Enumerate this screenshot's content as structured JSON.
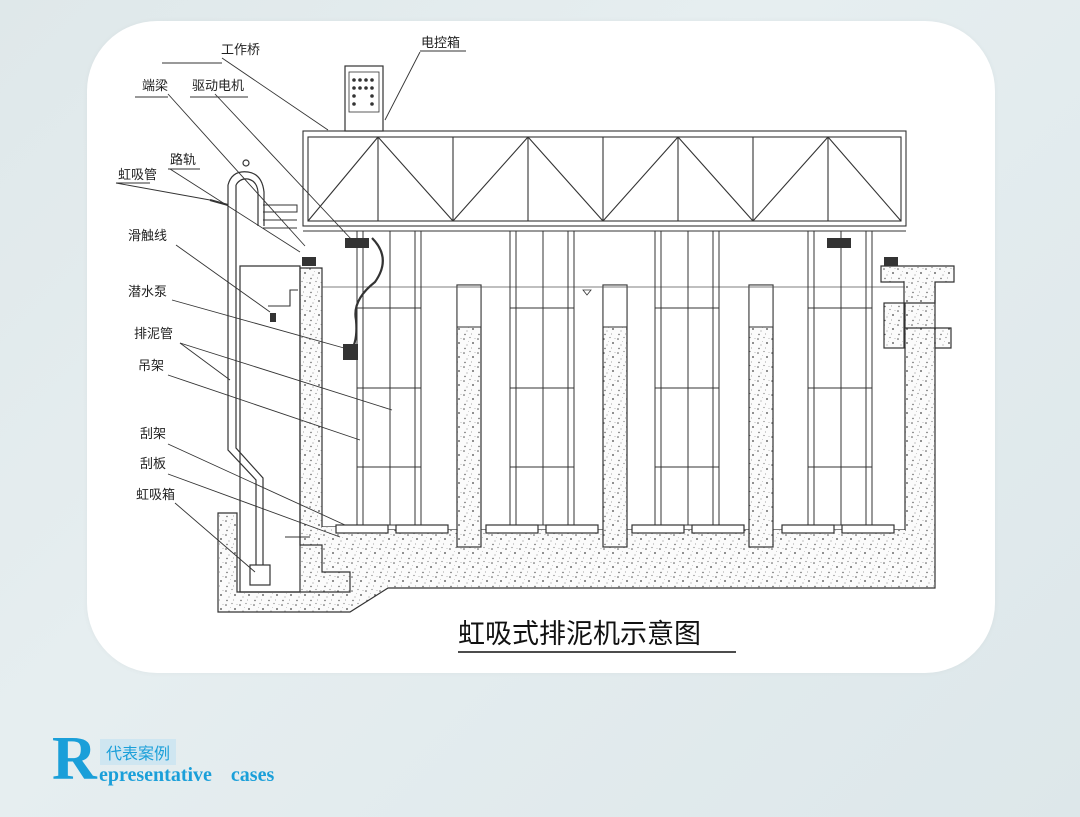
{
  "diagram": {
    "title": "虹吸式排泥机示意图",
    "labels": {
      "work_bridge": "工作桥",
      "control_box": "电控箱",
      "end_beam": "端梁",
      "drive_motor": "驱动电机",
      "rail": "路轨",
      "siphon_pipe": "虹吸管",
      "sliding_wire": "滑触线",
      "submersible_pump": "潜水泵",
      "sludge_pipe": "排泥管",
      "hanger": "吊架",
      "scraper_frame": "刮架",
      "scraper_plate": "刮板",
      "siphon_box": "虹吸箱"
    }
  },
  "footer": {
    "letter": "R",
    "cn_label": "代表案例",
    "en_label": "epresentative cases"
  },
  "colors": {
    "accent": "#1a9fd9",
    "line": "#333333",
    "card": "#ffffff"
  }
}
